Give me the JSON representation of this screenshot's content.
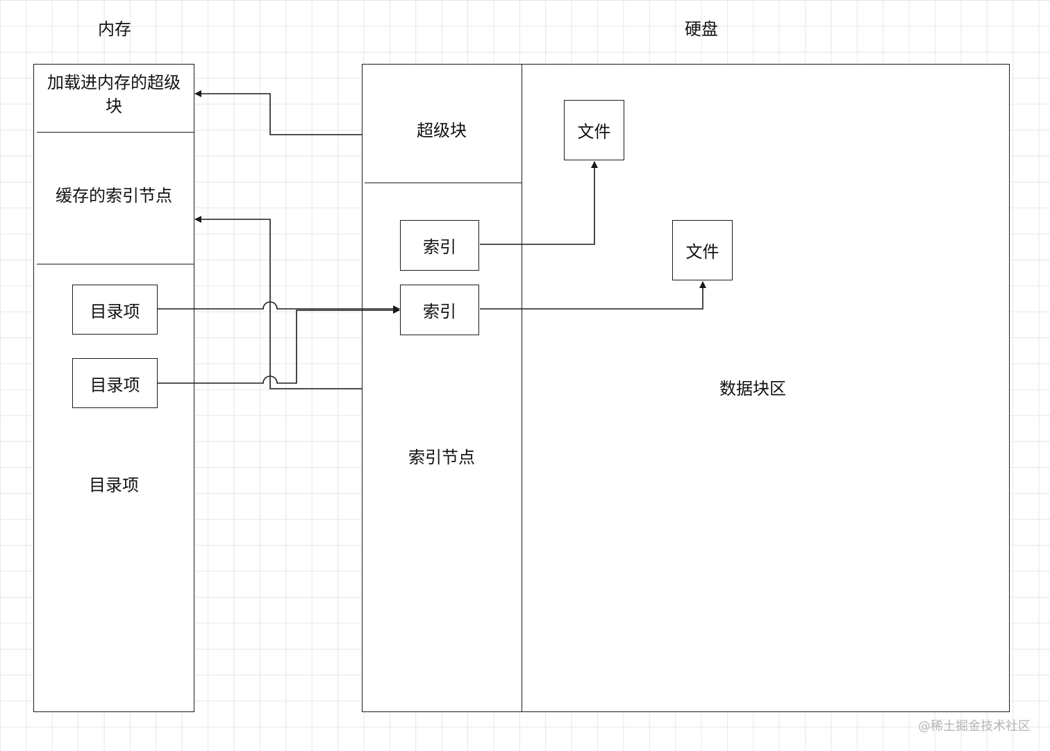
{
  "memory": {
    "title": "内存",
    "superblock": "加载进内存的超级块",
    "inode_cache": "缓存的索引节点",
    "dentry_items": [
      "目录项",
      "目录项"
    ],
    "dentry_area": "目录项"
  },
  "disk": {
    "title": "硬盘",
    "superblock": "超级块",
    "inode_items": [
      "索引",
      "索引"
    ],
    "inode_area": "索引节点",
    "files": [
      "文件",
      "文件"
    ],
    "data_area": "数据块区"
  },
  "watermark": "@稀土掘金技术社区",
  "colors": {
    "line": "#1a1a1a",
    "grid": "#e6e6e6",
    "watermark": "#b5b5b5"
  }
}
